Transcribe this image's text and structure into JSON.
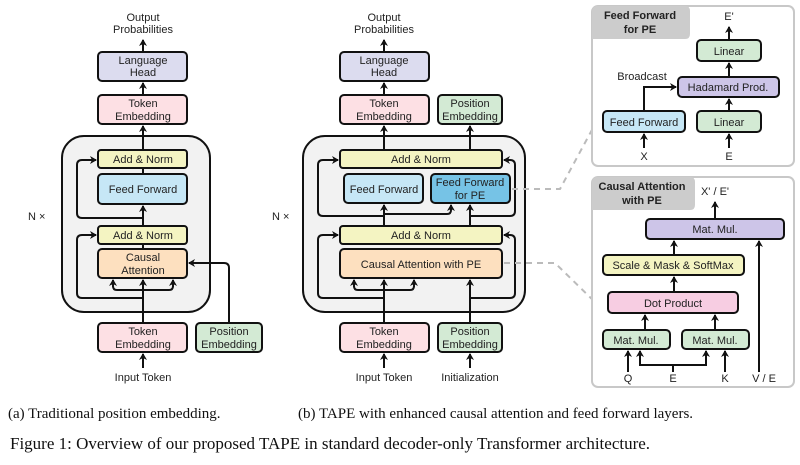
{
  "colors": {
    "language_head": "#dcdcef",
    "token_embedding": "#fde0e4",
    "position_embedding": "#d3ead4",
    "add_norm": "#f4f4c2",
    "feed_forward": "#c6e7f6",
    "feed_forward_pe": "#76c3e6",
    "causal_attention": "#fde0bf",
    "block_bg": "#f2f2f2",
    "linear": "#d3ead4",
    "hadamard": "#cdc5e8",
    "matmul_top": "#cdc5e8",
    "scale_mask": "#f4f4c2",
    "dot_product": "#f7cde2",
    "panel_header": "#cccccc"
  },
  "diagram_a": {
    "output_label": [
      "Output",
      "Probabilities"
    ],
    "language_head": [
      "Language",
      "Head"
    ],
    "token_embedding_top": [
      "Token",
      "Embedding"
    ],
    "add_norm_top": "Add & Norm",
    "feed_forward": "Feed Forward",
    "add_norm_bottom": "Add & Norm",
    "causal_attention": [
      "Causal",
      "Attention"
    ],
    "repeat_label": "N ×",
    "token_embedding_bottom": [
      "Token",
      "Embedding"
    ],
    "position_embedding": [
      "Position",
      "Embedding"
    ],
    "input_label": "Input Token"
  },
  "diagram_b": {
    "output_label": [
      "Output",
      "Probabilities"
    ],
    "language_head": [
      "Language",
      "Head"
    ],
    "token_embedding_top": [
      "Token",
      "Embedding"
    ],
    "position_embedding_top": [
      "Position",
      "Embedding"
    ],
    "add_norm_top": "Add & Norm",
    "feed_forward": "Feed Forward",
    "feed_forward_pe": [
      "Feed Forward",
      "for PE"
    ],
    "add_norm_bottom": "Add & Norm",
    "causal_attention_pe": "Causal Attention with PE",
    "repeat_label": "N ×",
    "token_embedding_bottom": [
      "Token",
      "Embedding"
    ],
    "position_embedding_bottom": [
      "Position",
      "Embedding"
    ],
    "input_label": "Input Token",
    "init_label": "Initialization"
  },
  "panel_ffn": {
    "title": [
      "Feed Forward",
      "for PE"
    ],
    "output_label": "E'",
    "linear_top": "Linear",
    "hadamard": "Hadamard Prod.",
    "broadcast_label": "Broadcast",
    "feed_forward": "Feed Forward",
    "linear_bottom": "Linear",
    "input_x": "X",
    "input_e": "E"
  },
  "panel_attn": {
    "title": [
      "Causal Attention",
      "with PE"
    ],
    "output_label": "X' / E'",
    "matmul_top": "Mat. Mul.",
    "scale_mask": "Scale & Mask & SoftMax",
    "dot_product": "Dot Product",
    "matmul_left": "Mat. Mul.",
    "matmul_right": "Mat. Mul.",
    "input_q": "Q",
    "input_e": "E",
    "input_k": "K",
    "input_ve": "V / E"
  },
  "captions": {
    "sub_a": "(a)  Traditional position embedding.",
    "sub_b": "(b) TAPE with enhanced causal attention and feed forward layers.",
    "figure": "Figure 1: Overview of our proposed TAPE in standard decoder-only Transformer architecture."
  }
}
